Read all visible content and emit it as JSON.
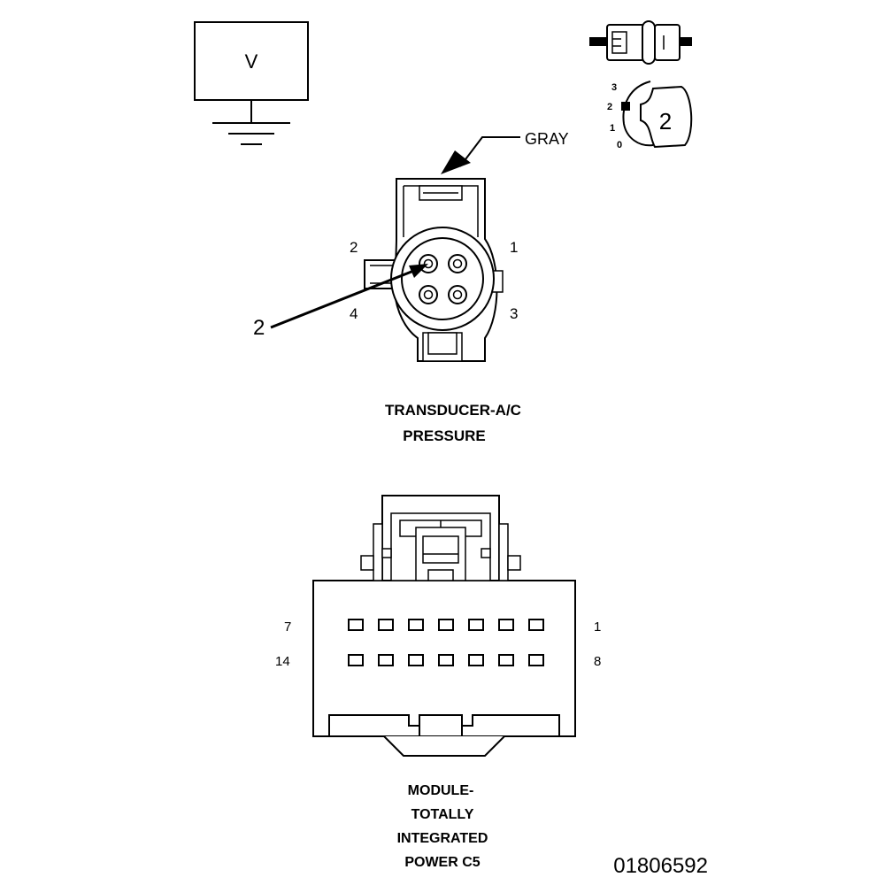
{
  "meter": {
    "label": "V"
  },
  "key_switch": {
    "positions": [
      "3",
      "2",
      "1",
      "0"
    ],
    "selected": "2"
  },
  "transducer": {
    "wire_color": "GRAY",
    "cavities": {
      "c1": "1",
      "c2": "2",
      "c3": "3",
      "c4": "4"
    },
    "probe_callout": "2",
    "title_line1": "TRANSDUCER-A/C",
    "title_line2": "PRESSURE"
  },
  "module": {
    "pin_top_left": "7",
    "pin_top_right": "1",
    "pin_bottom_left": "14",
    "pin_bottom_right": "8",
    "title_line1": "MODULE-",
    "title_line2": "TOTALLY",
    "title_line3": "INTEGRATED",
    "title_line4": "POWER C5"
  },
  "figure_id": "01806592",
  "colors": {
    "ink": "#000000",
    "paper": "#ffffff",
    "fill_gray": "#d9d9d9"
  }
}
